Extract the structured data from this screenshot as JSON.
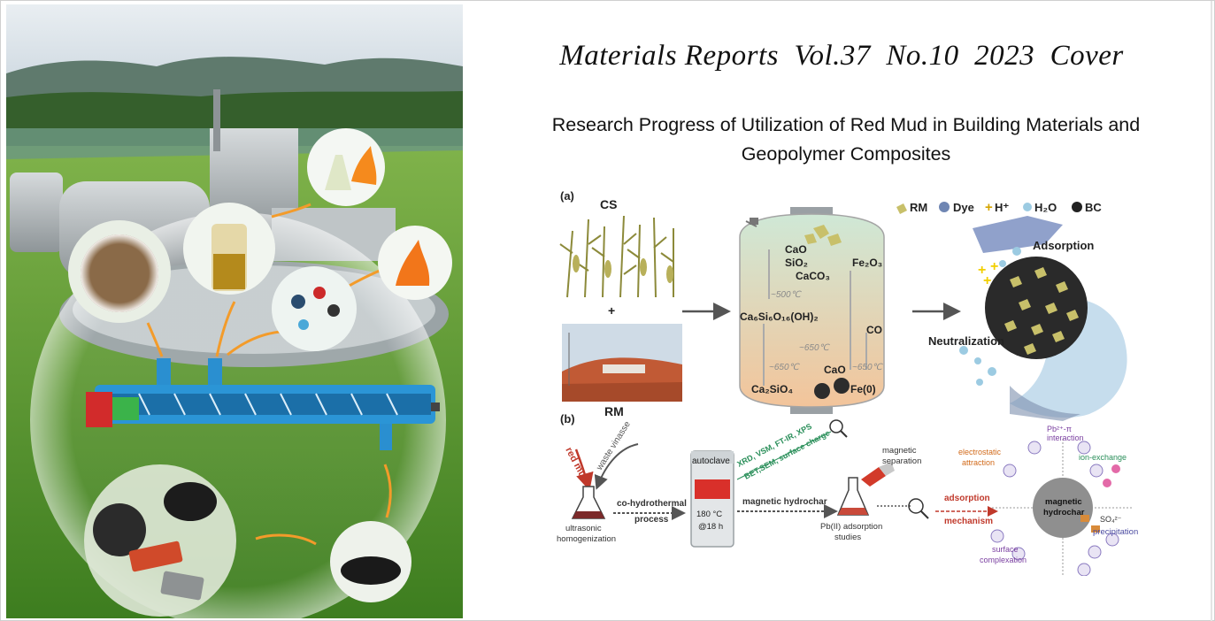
{
  "journal": {
    "title": "Materials Reports  Vol.37  No.10  2023  Cover"
  },
  "article": {
    "title_line1": "Research Progress of Utilization of Red Mud in Building Materials and",
    "title_line2": "Geopolymer Composites"
  },
  "figure": {
    "panel_a": {
      "label": "(a)",
      "cs_label": "CS",
      "plus": "+",
      "rm_label": "RM",
      "legend": [
        {
          "symbol": "rm-chunk",
          "label": "RM"
        },
        {
          "symbol": "dye-sphere",
          "label": "Dye"
        },
        {
          "symbol": "plus",
          "label": "H⁺"
        },
        {
          "symbol": "water-sphere",
          "label": "H₂O"
        },
        {
          "symbol": "bc-sphere",
          "label": "BC"
        }
      ],
      "reactor": {
        "cao_top": "CaO",
        "sio2": "SiO₂",
        "caco3": "CaCO₃",
        "fe2o3": "Fe₂O₃",
        "temp_500": "~500℃",
        "ca_silicate": "Ca₆Si₆O₁₆(OH)₂",
        "co": "CO",
        "temp_650_a": "~650℃",
        "temp_650_b": "~650℃",
        "cao_bottom": "CaO",
        "temp_650_c": "~650℃",
        "ca2sio4": "Ca₂SiO₄",
        "fe0": "Fe(0)"
      },
      "adsorption": "Adsorption",
      "neutralization": "Neutralization"
    },
    "panel_b": {
      "label": "(b)",
      "red_mud": "red mud",
      "waste_vinasse": "waste vinasse",
      "ultrasonic": "ultrasonic",
      "homogenization": "homogenization",
      "co_hydrothermal": "co-hydrothermal",
      "process": "process",
      "autoclave": "autoclave",
      "temp": "180 °C",
      "time": "@18 h",
      "characterization_1": "XRD, VSM, FT-IR, XPS",
      "characterization_2": "BET,SEM, surface charge",
      "magnetic_hydrochar": "magnetic hydrochar",
      "magnetic_separation_1": "magnetic",
      "magnetic_separation_2": "separation",
      "pb_adsorption_1": "Pb(II) adsorption",
      "pb_adsorption_2": "studies",
      "adsorption_mechanism_1": "adsorption",
      "adsorption_mechanism_2": "mechanism",
      "pb_pi_1": "Pb²⁺-π",
      "pb_pi_2": "interaction",
      "electrostatic_1": "electrostatic",
      "electrostatic_2": "attraction",
      "ion_exchange": "ion-exchange",
      "center_1": "magnetic",
      "center_2": "hydrochar",
      "so4": "SO₄²⁻",
      "precipitation": "precipitation",
      "surface_1": "surface",
      "surface_2": "complexation"
    }
  },
  "colors": {
    "reactor_top": "#cfe8d6",
    "reactor_bottom": "#f3c49a",
    "arrow_gray": "#555555",
    "bc_black": "#222222",
    "dye_blue": "#6f86b3"
  }
}
